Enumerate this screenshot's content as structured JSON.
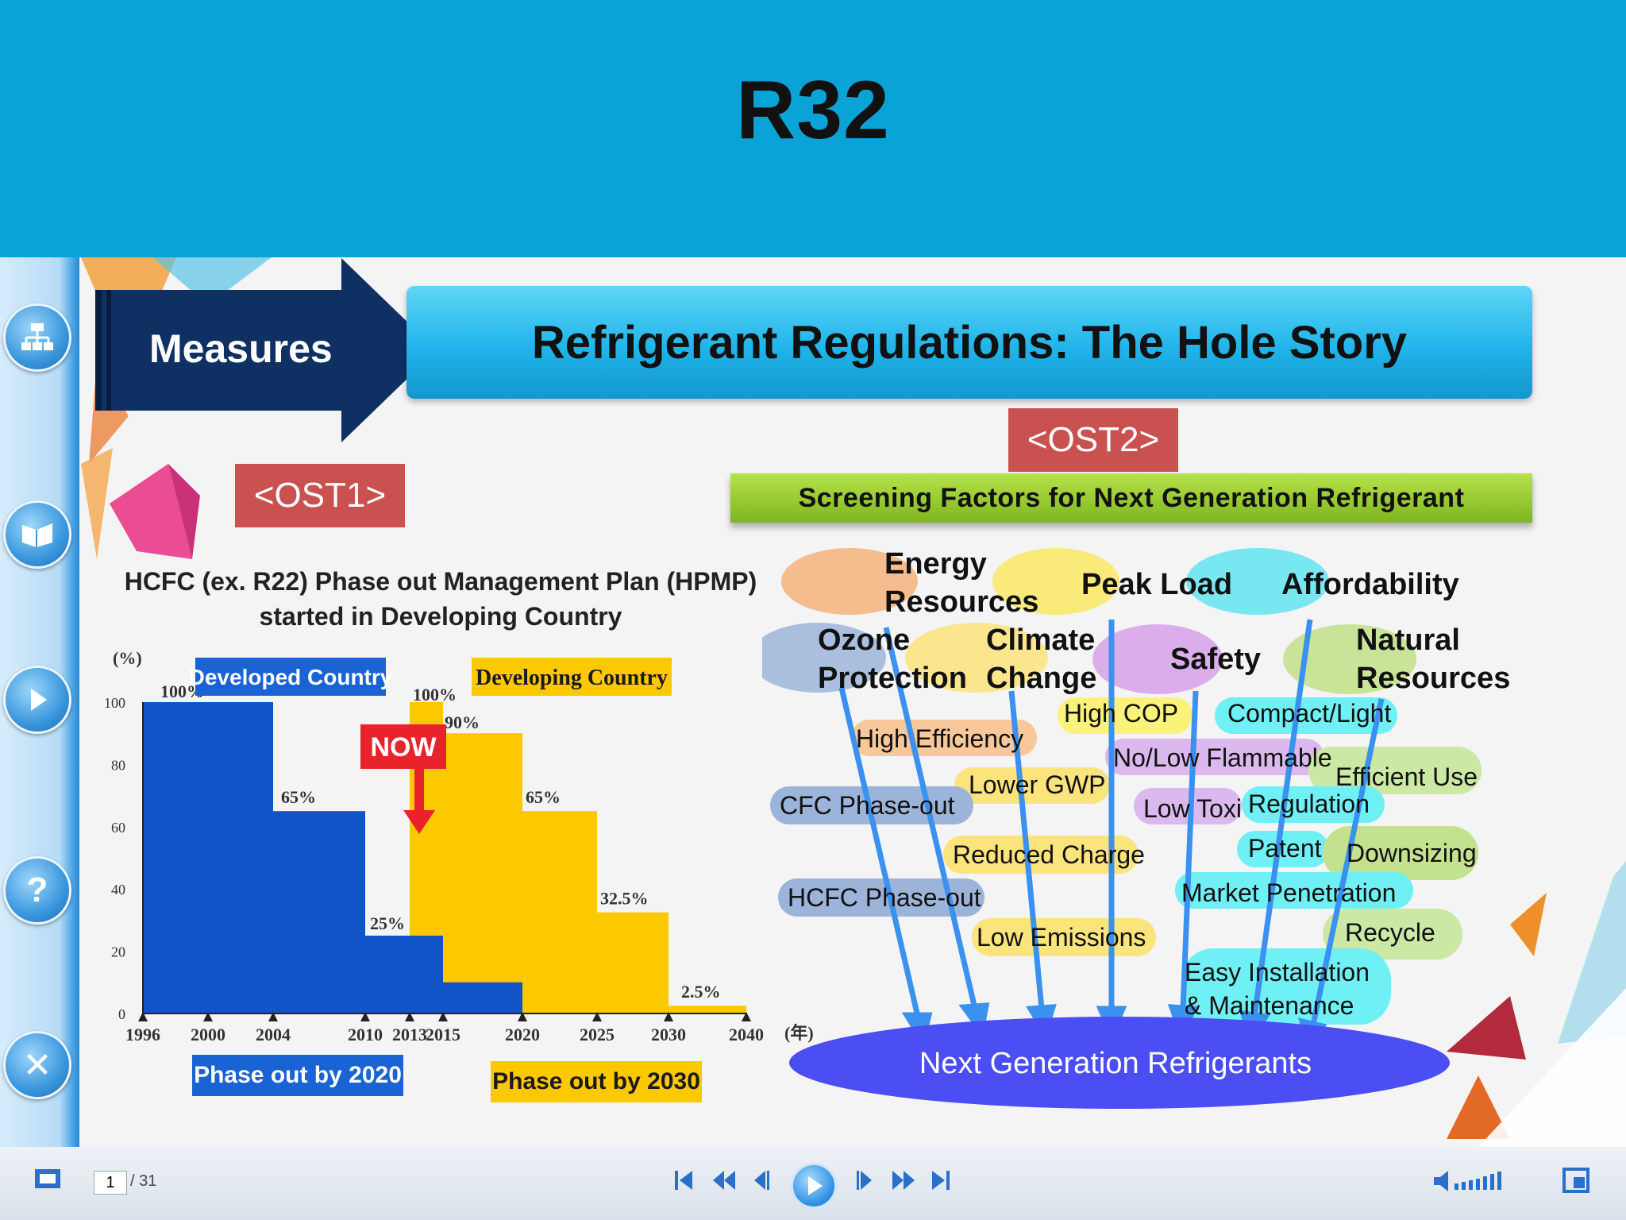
{
  "header": {
    "title": "R32"
  },
  "slide": {
    "section_label": "Measures",
    "banner_title": "Refrigerant Regulations: The Hole Story",
    "ost1": "<OST1>",
    "ost2": "<OST2>",
    "screening_banner": "Screening Factors for  Next Generation Refrigerant",
    "colors": {
      "header": "#0aa3d8",
      "banner": "#21b4ea",
      "tag": "#c9514f",
      "green": "#8cc22a",
      "developed": "#1054c8",
      "developing": "#fcc800"
    }
  },
  "chart": {
    "title_line1": "HCFC (ex. R22) Phase out Management Plan (HPMP)",
    "title_line2": "started in Developing Country",
    "y_unit": "(%)",
    "x_unit": "(年)",
    "y_ticks": [
      "100",
      "80",
      "60",
      "40",
      "20",
      "0"
    ],
    "x_ticks": [
      "1996",
      "2000",
      "2004",
      "2010",
      "2013",
      "2015",
      "2020",
      "2025",
      "2030",
      "2040"
    ],
    "developed_label": "Developed Country",
    "developing_label": "Developing Country",
    "now_label": "NOW",
    "phase_out_2020": "Phase out by 2020",
    "phase_out_2030": "Phase out by 2030",
    "developed_annotations": [
      "100%",
      "65%",
      "25%"
    ],
    "developing_annotations": [
      "100%",
      "90%",
      "65%",
      "32.5%",
      "2.5%"
    ]
  },
  "chart_data": {
    "type": "area",
    "title": "HCFC (ex. R22) Phase out Management Plan (HPMP) started in Developing Country",
    "ylabel": "(%)",
    "xlabel": "(年)",
    "ylim": [
      0,
      100
    ],
    "series": [
      {
        "name": "Developed Country",
        "x": [
          1996,
          2004,
          2010,
          2015,
          2020
        ],
        "values": [
          100,
          65,
          25,
          10,
          0
        ]
      },
      {
        "name": "Developing Country",
        "x": [
          2013,
          2015,
          2020,
          2025,
          2030,
          2040
        ],
        "values": [
          100,
          90,
          65,
          32.5,
          2.5,
          0
        ]
      }
    ]
  },
  "factors": {
    "heads": [
      {
        "key": "energy",
        "label": "Energy\nResources"
      },
      {
        "key": "peak",
        "label": "Peak Load"
      },
      {
        "key": "afford",
        "label": "Affordability"
      },
      {
        "key": "ozone",
        "label": "Ozone\nProtection"
      },
      {
        "key": "climate",
        "label": "Climate\nChange"
      },
      {
        "key": "safety",
        "label": "Safety"
      },
      {
        "key": "natural",
        "label": "Natural\nResources"
      }
    ],
    "items": [
      {
        "key": "highcop",
        "label": "High COP"
      },
      {
        "key": "compact",
        "label": "Compact/Light"
      },
      {
        "key": "higheff",
        "label": "High Efficiency"
      },
      {
        "key": "noflam",
        "label": "No/Low Flammable"
      },
      {
        "key": "effuse",
        "label": "Efficient Use"
      },
      {
        "key": "lowergwp",
        "label": "Lower GWP"
      },
      {
        "key": "cfc",
        "label": "CFC Phase-out"
      },
      {
        "key": "lowtox",
        "label": "Low Toxi"
      },
      {
        "key": "regulation",
        "label": "Regulation"
      },
      {
        "key": "reduced",
        "label": "Reduced Charge"
      },
      {
        "key": "patent",
        "label": "Patent"
      },
      {
        "key": "downsizing",
        "label": "Downsizing"
      },
      {
        "key": "hcfc",
        "label": "HCFC Phase-out"
      },
      {
        "key": "market",
        "label": "Market Penetration"
      },
      {
        "key": "lowem",
        "label": "Low Emissions"
      },
      {
        "key": "recycle",
        "label": "Recycle"
      },
      {
        "key": "easy1",
        "label": "Easy Installation"
      },
      {
        "key": "easy2",
        "label": "& Maintenance"
      }
    ],
    "target": "Next Generation Refrigerants"
  },
  "viewer": {
    "current_page": "1",
    "total_pages": "/ 31",
    "side_icons": [
      "sitemap-icon",
      "book-icon",
      "next-icon",
      "help-icon",
      "close-icon"
    ]
  }
}
